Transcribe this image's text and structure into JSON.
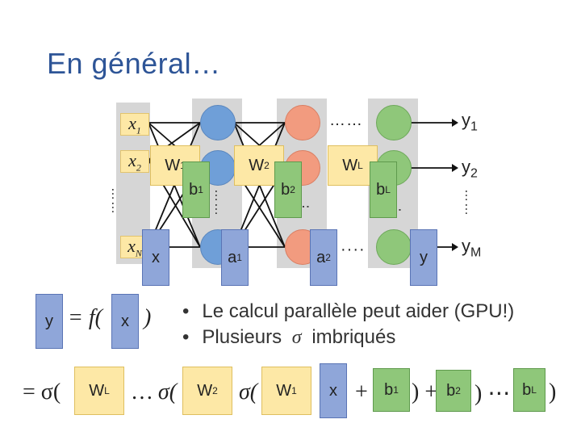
{
  "title": "En général…",
  "inputs": [
    "x1",
    "x2",
    "xN"
  ],
  "layer_dots": "……",
  "outputs": {
    "y1": "y",
    "y1_sub": "1",
    "y2": "y",
    "y2_sub": "2",
    "yM": "y",
    "yM_sub": "M"
  },
  "weights": {
    "w1": "W",
    "w1_sup": "1",
    "w2": "W",
    "w2_sup": "2",
    "wL": "W",
    "wL_sup": "L"
  },
  "biases": {
    "b1": "b",
    "b1_sup": "1",
    "b2": "b",
    "b2_sup": "2",
    "bL": "b",
    "bL_sup": "L"
  },
  "vectors": {
    "x": "x",
    "a1": "a",
    "a1_sup": "1",
    "a2": "a",
    "a2_sup": "2",
    "a_dots": "····",
    "y": "y"
  },
  "equation1": {
    "y": "y",
    "eq_f": "= f(",
    "x": "x",
    "close": ")"
  },
  "bullets": [
    "Le calcul parallèle peut aider (GPU!)",
    "Plusieurs",
    "σ",
    "imbriqués"
  ],
  "equation2": {
    "eq": "=",
    "sigma_open": "σ(",
    "wL": "W",
    "wL_sup": "L",
    "dots1": "…",
    "w2": "W",
    "w2_sup": "2",
    "w1": "W",
    "w1_sup": "1",
    "x": "x",
    "plus": "+",
    "b1": "b",
    "b1_sup": "1",
    "close_plus": ") +",
    "b2": "b",
    "b2_sup": "2",
    "close_dots_plus": ") ⋯ +",
    "bL": "b",
    "bL_sup": "L",
    "close": ")"
  },
  "colors": {
    "title": "#2e5597",
    "blue": "#6f9fd8",
    "orange": "#f29b7f",
    "green": "#8fc77a",
    "yellow": "#fde8a6"
  }
}
